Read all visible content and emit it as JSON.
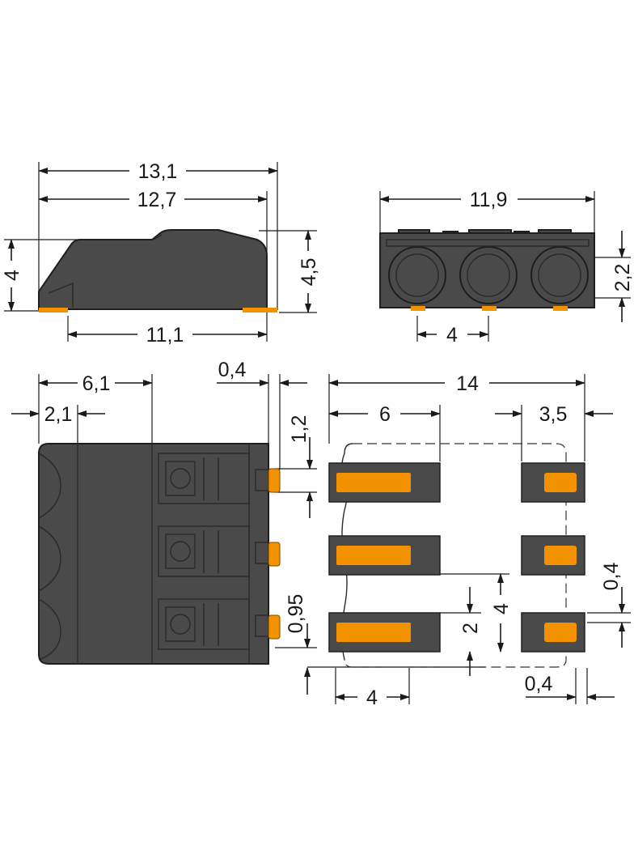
{
  "colors": {
    "housing": "#4a4a4a",
    "outline": "#1f1f1f",
    "contact": "#f39200",
    "dimension": "#1a1a1a"
  },
  "side_view": {
    "dim_overall_length": "13,1",
    "dim_body_length": "12,7",
    "dim_base_length": "11,1",
    "dim_height_left": "4",
    "dim_height_right": "4,5"
  },
  "front_view": {
    "dim_width": "11,9",
    "dim_pitch": "4",
    "dim_height": "2,2"
  },
  "top_view": {
    "dim_depth": "6,1",
    "dim_offset": "2,1",
    "dim_pin_protrusion": "0,4",
    "dim_pin_width": "1,2",
    "dim_pin_offset": "0,95"
  },
  "footprint": {
    "dim_total_length": "14",
    "dim_large_pad_length": "6",
    "dim_small_pad_length": "3,5",
    "dim_pad_gap": "0,4",
    "dim_pitch": "4",
    "dim_pad_height": "2",
    "dim_pad_spacing": "4",
    "dim_bottom_gap": "0,4"
  }
}
